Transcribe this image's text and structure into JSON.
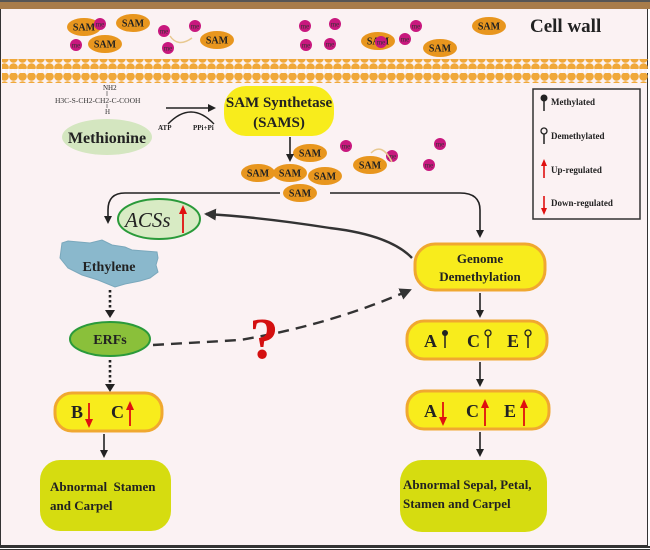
{
  "labels": {
    "cell_wall": "Cell wall",
    "methionine": "Methionine",
    "formula_nh2": "NH2",
    "formula_main": "H3C-S-CH2-CH2-C-COOH",
    "formula_h": "H",
    "atp": "ATP",
    "ppi": "PPi+Pi",
    "sams_line1": "SAM Synthetase",
    "sams_line2": "(SAMS)",
    "sam": "SAM",
    "me": "me",
    "acss": "ACSs",
    "ethylene": "Ethylene",
    "erfs": "ERFs",
    "question": "?",
    "genome_line1": "Genome",
    "genome_line2": "Demethylation",
    "left_gene_box": {
      "b": "B",
      "c": "C"
    },
    "right_meth_box": {
      "a": "A",
      "c": "C",
      "e": "E"
    },
    "right_reg_box": {
      "a": "A",
      "c": "C",
      "e": "E"
    },
    "left_outcome_line1": "Abnormal  Stamen",
    "left_outcome_line2": "and Carpel",
    "right_outcome_line1": "Abnormal Sepal, Petal,",
    "right_outcome_line2": "Stamen and Carpel"
  },
  "legend": {
    "items": [
      {
        "icon": "methylated-pin-icon",
        "label": "Methylated"
      },
      {
        "icon": "demethylated-pin-icon",
        "label": "Demethylated"
      },
      {
        "icon": "up-arrow-icon",
        "label": "Up-regulated"
      },
      {
        "icon": "down-arrow-icon",
        "label": "Down-regulated"
      }
    ]
  },
  "colors": {
    "background": "#fbf2f3",
    "cell_wall": "#a87c4a",
    "membrane": "#f0a83a",
    "sam": "#e8961e",
    "me": "#c8187e",
    "yellow_box": "#f8ec1c",
    "yellow_border": "#f0a830",
    "outcome_box": "#d6dc10",
    "ethylene": "#8ab8cc",
    "erfs": "#8ac03a",
    "erfs_border": "#3a9a3a",
    "acss_fill": "#d8ebc4",
    "methionine_fill": "#d4e6c0",
    "red_arrow": "#e01010",
    "question": "#d41010"
  }
}
